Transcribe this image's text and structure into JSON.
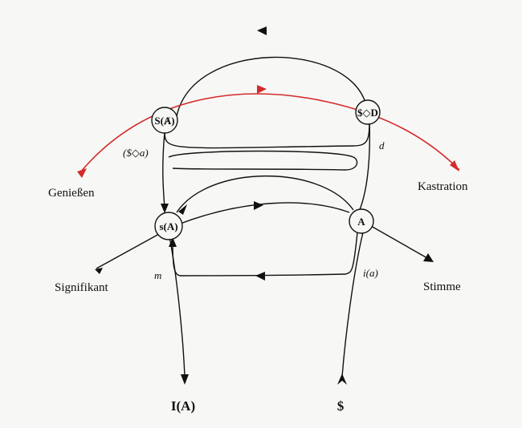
{
  "nodes": {
    "s_big_a": "S(Ⱥ)",
    "barred_s_d": "$◇D",
    "s_small_a": "s(A)",
    "big_a": "A"
  },
  "labels": {
    "geniessen": "Genießen",
    "kastration": "Kastration",
    "signifikant": "Signifikant",
    "stimme": "Stimme",
    "barred_s_a": "($◇a)",
    "d": "d",
    "m": "m",
    "i_a": "i(a)",
    "i_a_big": "I(A)",
    "barred_s": "$"
  },
  "colors": {
    "ink": "#111111",
    "red_path": "#d42a2a",
    "background": "#f7f7f5"
  }
}
